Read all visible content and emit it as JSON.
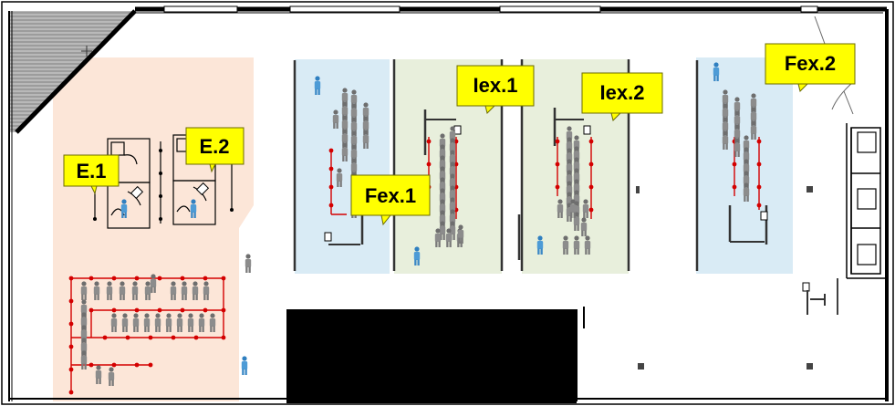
{
  "colors": {
    "entry_zone": "#fce6d8",
    "fex_zone": "#d9ebf5",
    "iex_zone": "#e8efdc",
    "label_bg": "#ffff00",
    "label_border": "#6b6b00",
    "wall": "#000000",
    "queue_rope": "#d40000",
    "staff_blue": "#4d9bd6",
    "passenger_grey": "#8c8c8c"
  },
  "labels": {
    "e1": "E.1",
    "e2": "E.2",
    "fex1": "Fex.1",
    "iex1": "Iex.1",
    "iex2": "Iex.2",
    "fex2": "Fex.2"
  },
  "icons": {
    "passenger": "person-grey-icon",
    "officer": "person-blue-icon",
    "booth": "booth-desk-icon",
    "pillar": "pillar-icon",
    "door": "door-swing-icon"
  }
}
